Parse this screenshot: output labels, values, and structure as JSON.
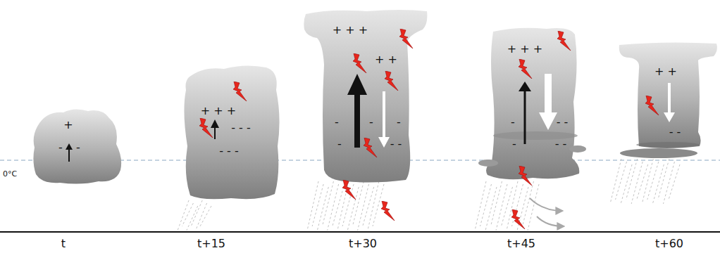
{
  "diagram": {
    "nodes": [
      {
        "text": [
          "+",
          "-",
          "-"
        ]
      },
      {
        "text": [
          "+ + +",
          "- - -",
          "- - -"
        ]
      },
      {
        "text": [
          "+ + +",
          "+ +",
          "-",
          "-",
          "-",
          "-",
          "- -"
        ]
      },
      {
        "text": [
          "+ + +",
          "-",
          "- -",
          "-",
          "- -"
        ]
      },
      {
        "text": [
          "+ +",
          "- -"
        ]
      }
    ],
    "labels": [
      "0°C",
      "t",
      "t+15",
      "t+30",
      "t+45",
      "t+60"
    ]
  }
}
